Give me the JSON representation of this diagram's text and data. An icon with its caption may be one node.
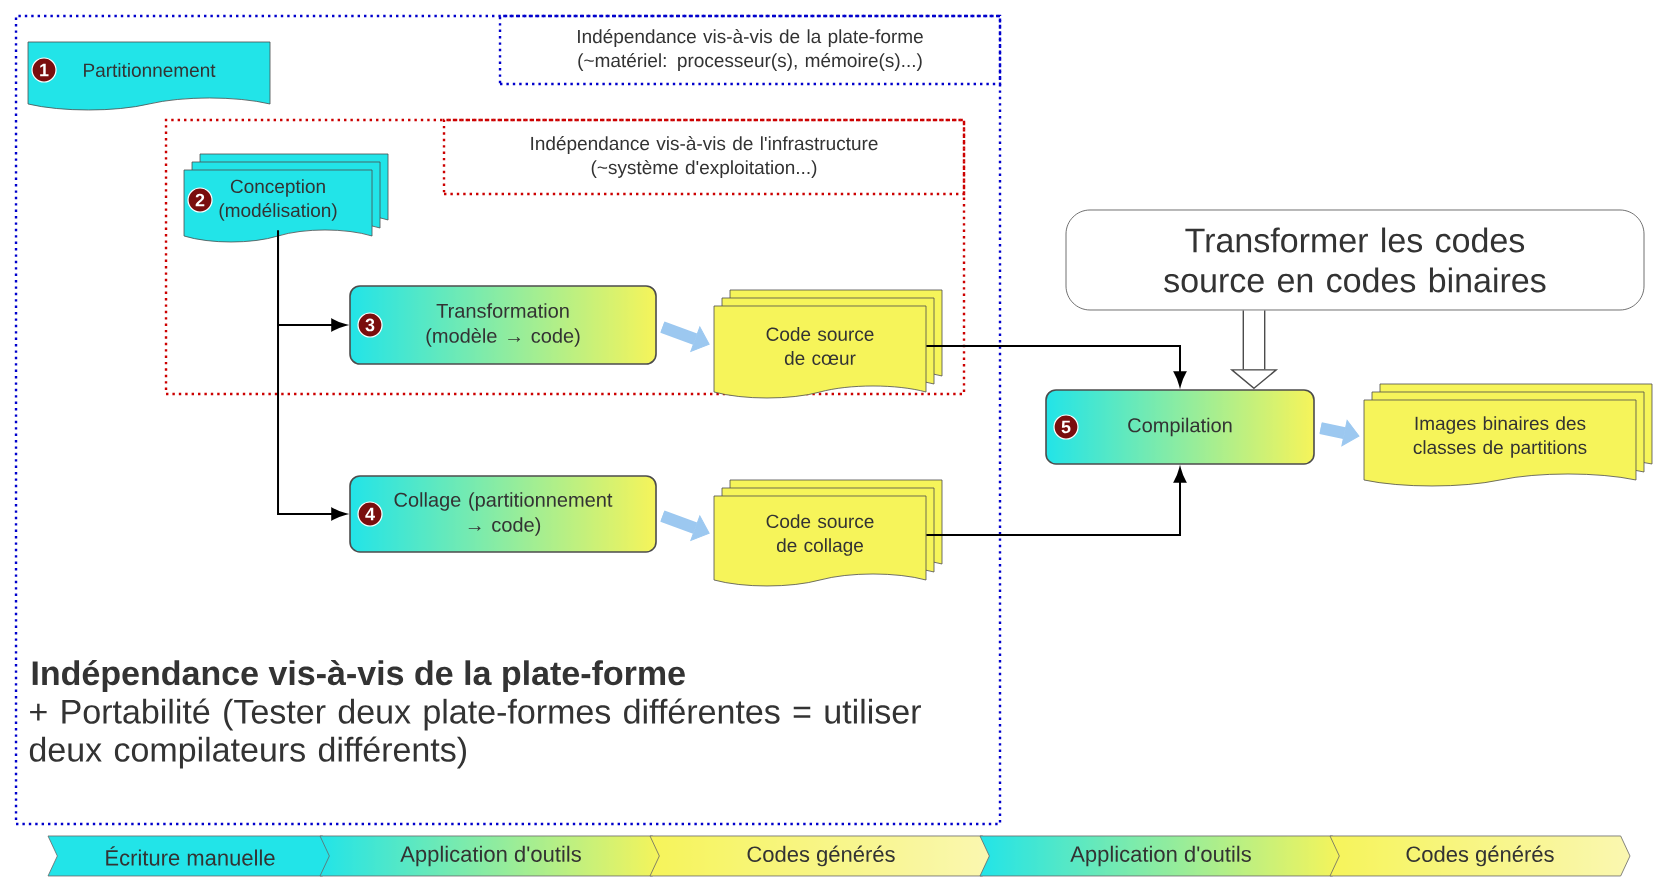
{
  "diagram": {
    "nodes": [
      {
        "text": [
          "Indépendance vis-à-vis de la plate-forme",
          "+ Portabilité (Tester deux plate-formes différentes = utiliser deux compilateurs différents)"
        ]
      },
      {
        "text": [
          "Indépendance vis-à-vis de la plate-forme (~matériel: processeur(s), mémoire(s)...)"
        ],
        "in": 0
      },
      {
        "text": [
          "1",
          "Partitionnement"
        ],
        "in": 0
      },
      {
        "text": [],
        "shape": "box",
        "in": 0
      },
      {
        "text": [
          "Indépendance vis-à-vis de l'infrastructure (~système d'exploitation...)"
        ],
        "in": 3
      },
      {
        "text": [
          "2",
          "Conception (modélisation)"
        ],
        "in": 3
      },
      {
        "text": [
          "3",
          "Transformation (modèle → code)"
        ],
        "in": 3
      },
      {
        "text": [
          "Code source de cœur"
        ],
        "in": 3
      },
      {
        "text": [
          "4",
          "Collage (partitionnement → code)"
        ],
        "in": 0
      },
      {
        "text": [
          "Code source de collage"
        ],
        "in": 0
      },
      {
        "text": [
          "Transformer les codes source en codes binaires"
        ]
      },
      {
        "text": [
          "5",
          "Compilation"
        ]
      },
      {
        "text": [
          "Images binaires des classes de partitions"
        ]
      },
      {
        "text": [
          "Écriture manuelle"
        ]
      },
      {
        "text": [
          "Application d'outils"
        ]
      },
      {
        "text": [
          "Codes générés"
        ]
      },
      {
        "text": [
          "Application d'outils"
        ]
      },
      {
        "text": [
          "Codes générés"
        ]
      }
    ],
    "edges": [
      {
        "from": 5,
        "to": 6,
        "arrow": "to"
      },
      {
        "from": 5,
        "to": 8,
        "arrow": "to"
      },
      {
        "from": 6,
        "to": 7,
        "arrow": "to",
        "style": "thick",
        "color": "#9cc8f0"
      },
      {
        "from": 8,
        "to": 9,
        "arrow": "to",
        "style": "thick",
        "color": "#9cc8f0"
      },
      {
        "from": 7,
        "to": 11,
        "arrow": "to"
      },
      {
        "from": 9,
        "to": 11,
        "arrow": "to"
      },
      {
        "from": 10,
        "to": 11,
        "arrow": "to",
        "style": "thick"
      },
      {
        "from": 11,
        "to": 12,
        "arrow": "to",
        "style": "thick",
        "color": "#9cc8f0"
      }
    ]
  }
}
